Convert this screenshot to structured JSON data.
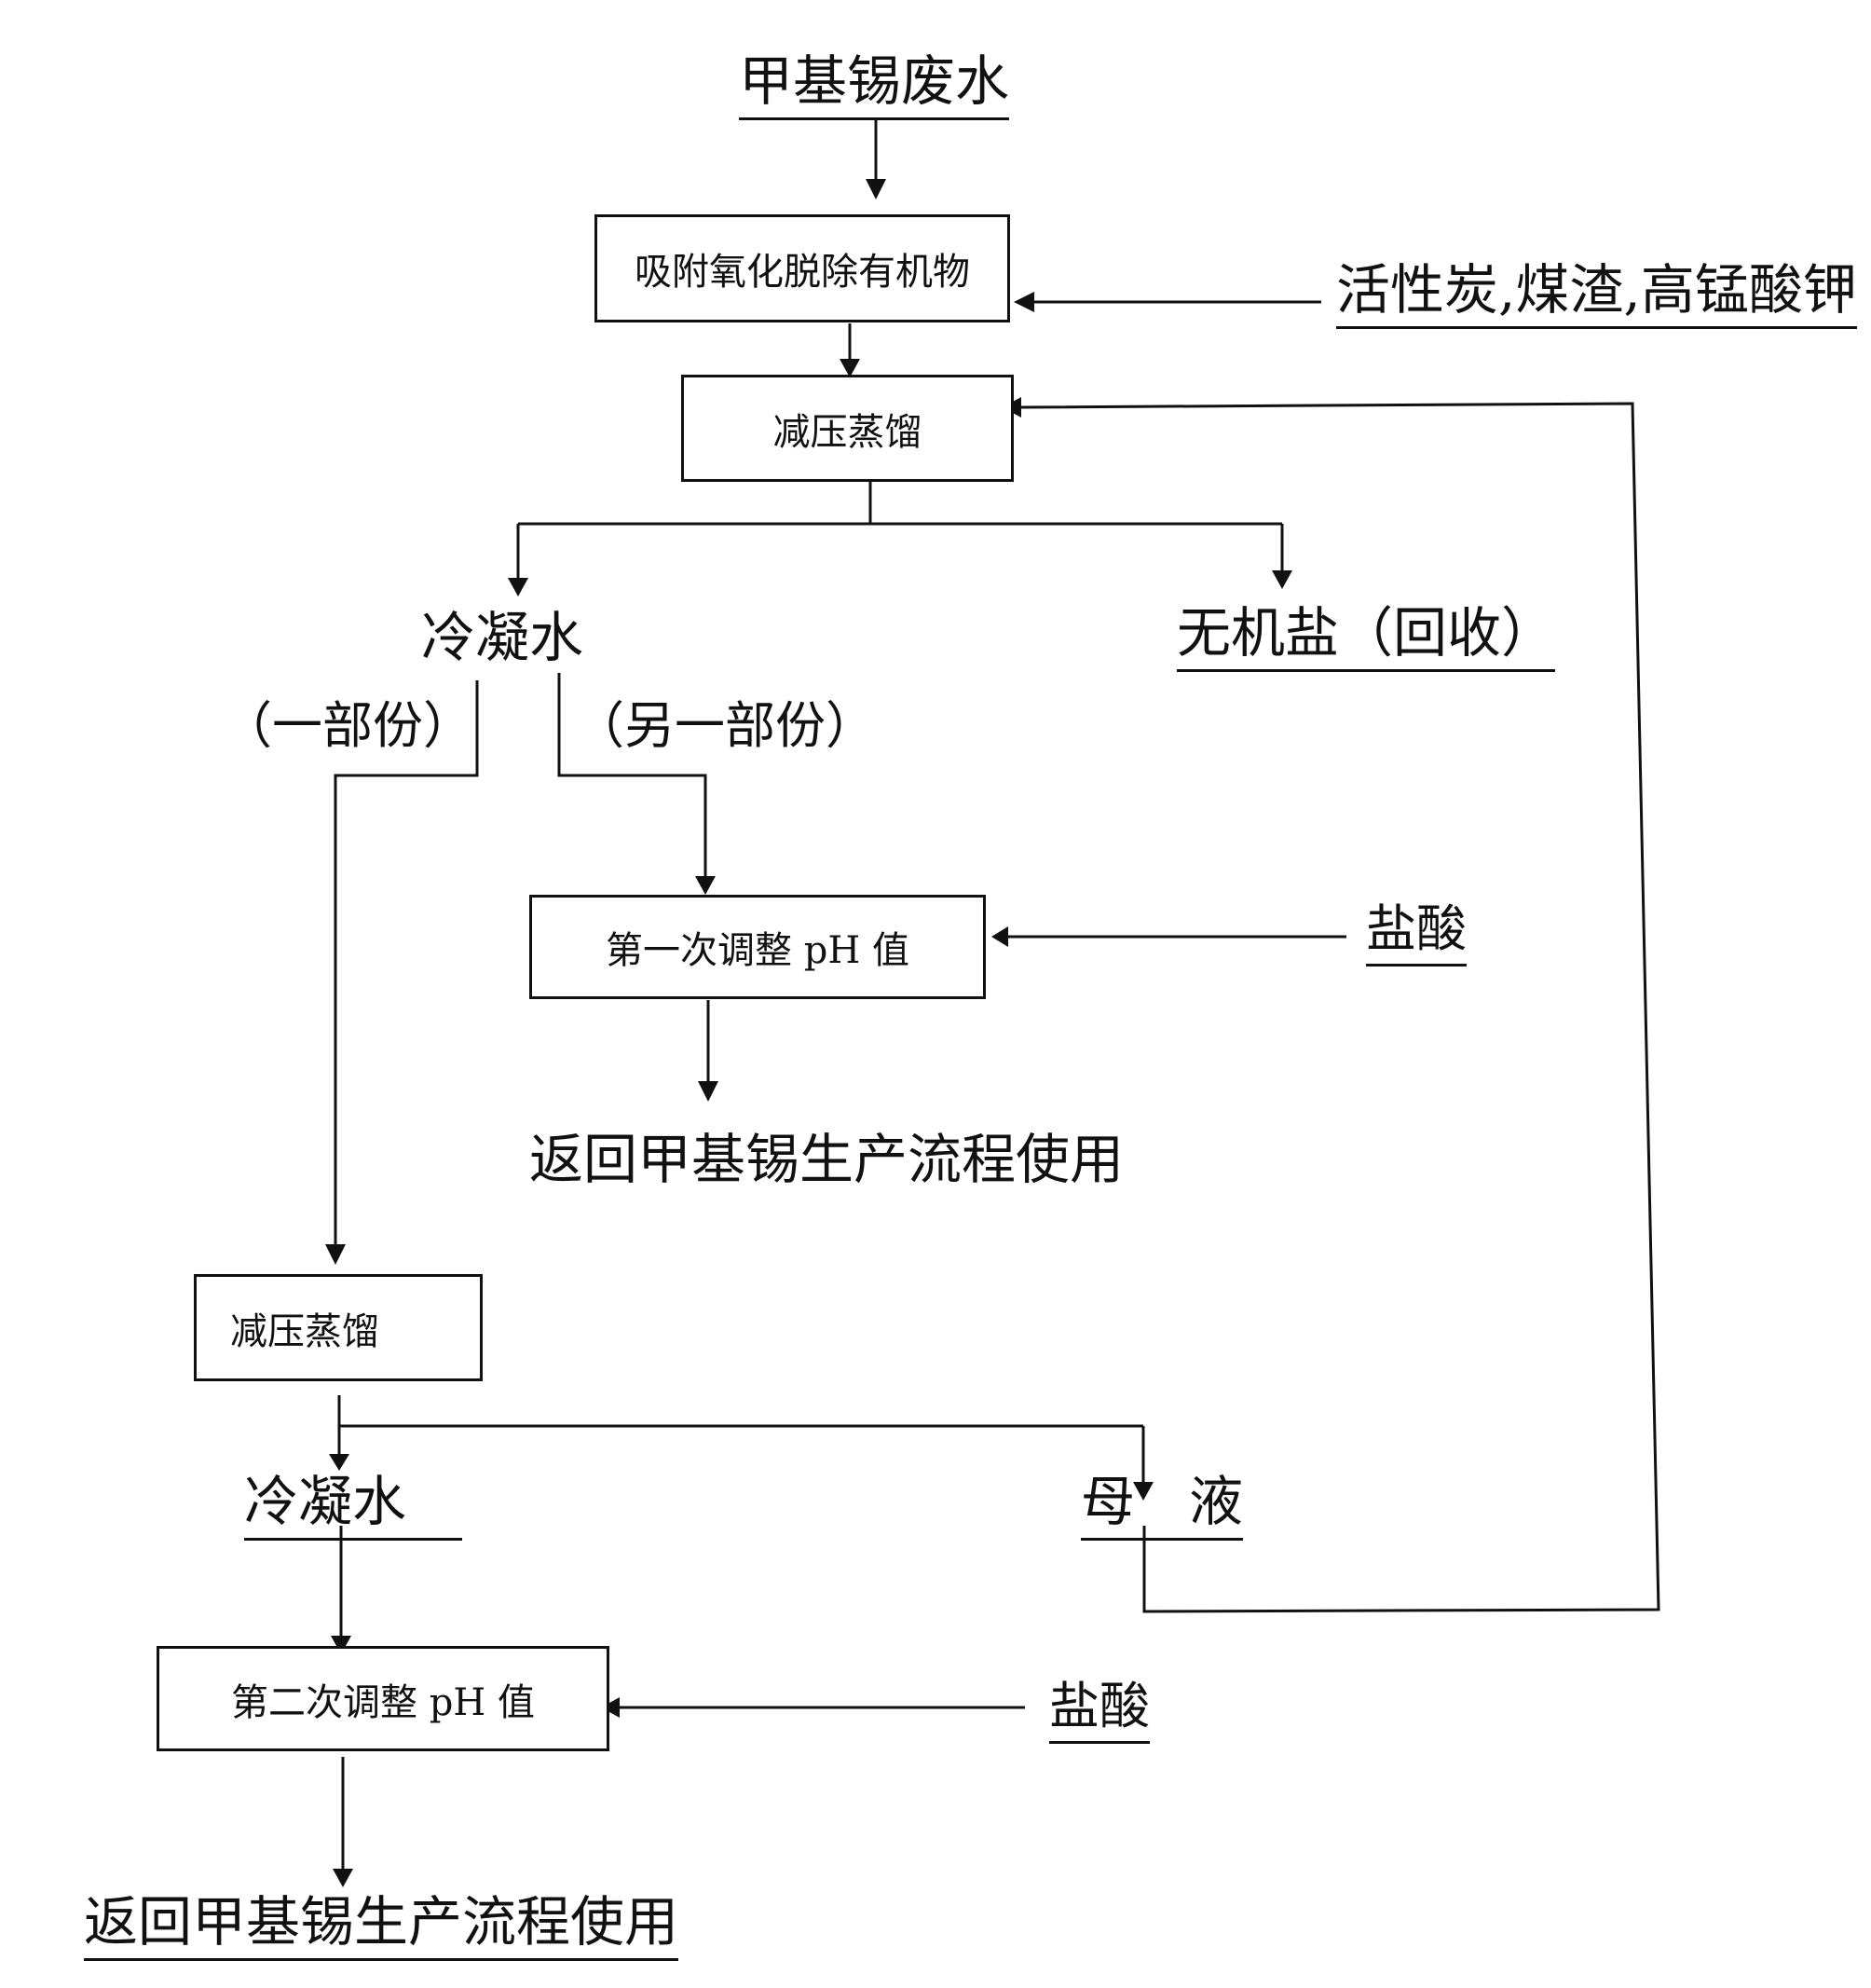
{
  "input": {
    "label": "甲基锡废水"
  },
  "boxes": {
    "adsorb": "吸附氧化脱除有机物",
    "distill1": "减压蒸馏",
    "ph1": "第一次调整 pH 值",
    "distill2": "减压蒸馏",
    "ph2": "第二次调整 pH 值"
  },
  "reagents": {
    "adsorbents": "活性炭,煤渣,高锰酸钾",
    "acid1": "盐酸",
    "acid2": "盐酸"
  },
  "labels": {
    "condensate1": "冷凝水",
    "salt": "无机盐（回收）",
    "part_one": "（一部份）",
    "part_other": "（另一部份）",
    "return1": "返回甲基锡生产流程使用",
    "condensate2": "冷凝水",
    "mother_liquor": "母　液",
    "return2": "返回甲基锡生产流程使用"
  }
}
